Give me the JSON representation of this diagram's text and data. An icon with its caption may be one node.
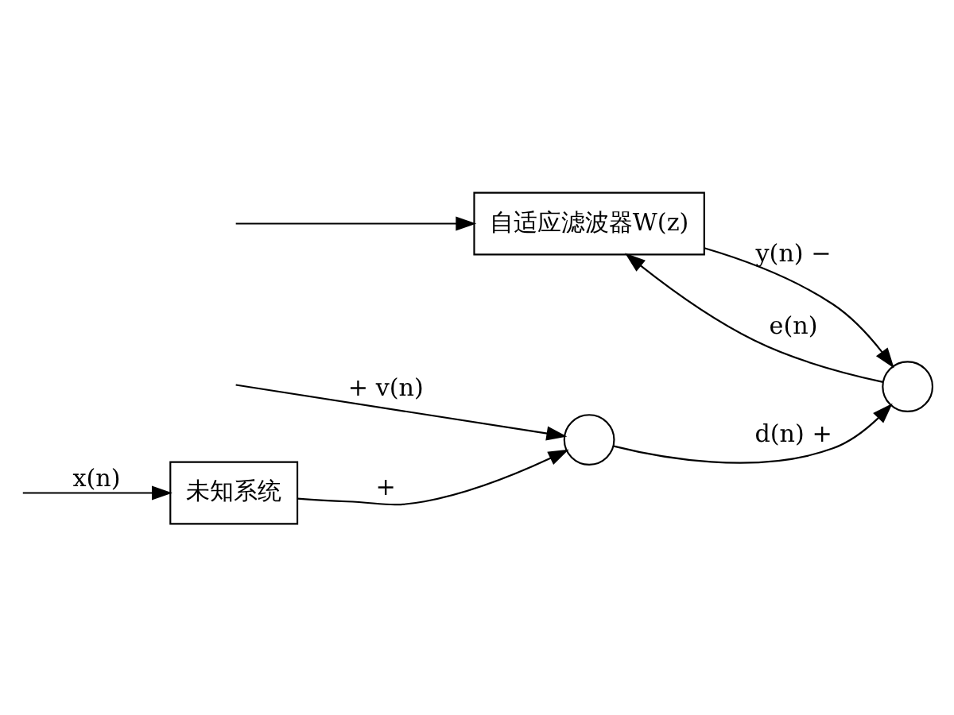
{
  "diagram": {
    "nodes": [
      {
        "text": [
          "未知系统"
        ]
      },
      {
        "text": [
          "自适应滤波器W(z)"
        ]
      },
      {
        "text": [],
        "shape": "circle"
      },
      {
        "text": [],
        "shape": "circle"
      }
    ],
    "edges": [
      {
        "from": null,
        "to": 0,
        "arrow": "to",
        "label": "x(n)"
      },
      {
        "from": null,
        "to": 1,
        "arrow": "to"
      },
      {
        "from": 0,
        "to": 2,
        "arrow": "to",
        "label": "+"
      },
      {
        "from": null,
        "to": 2,
        "arrow": "to",
        "label": "+ v(n)"
      },
      {
        "from": 2,
        "to": 3,
        "arrow": "to",
        "label": "d(n) +"
      },
      {
        "from": 1,
        "to": 3,
        "arrow": "to",
        "label": "y(n) −"
      },
      {
        "from": 3,
        "to": 1,
        "arrow": "to",
        "label": "e(n)"
      }
    ]
  }
}
